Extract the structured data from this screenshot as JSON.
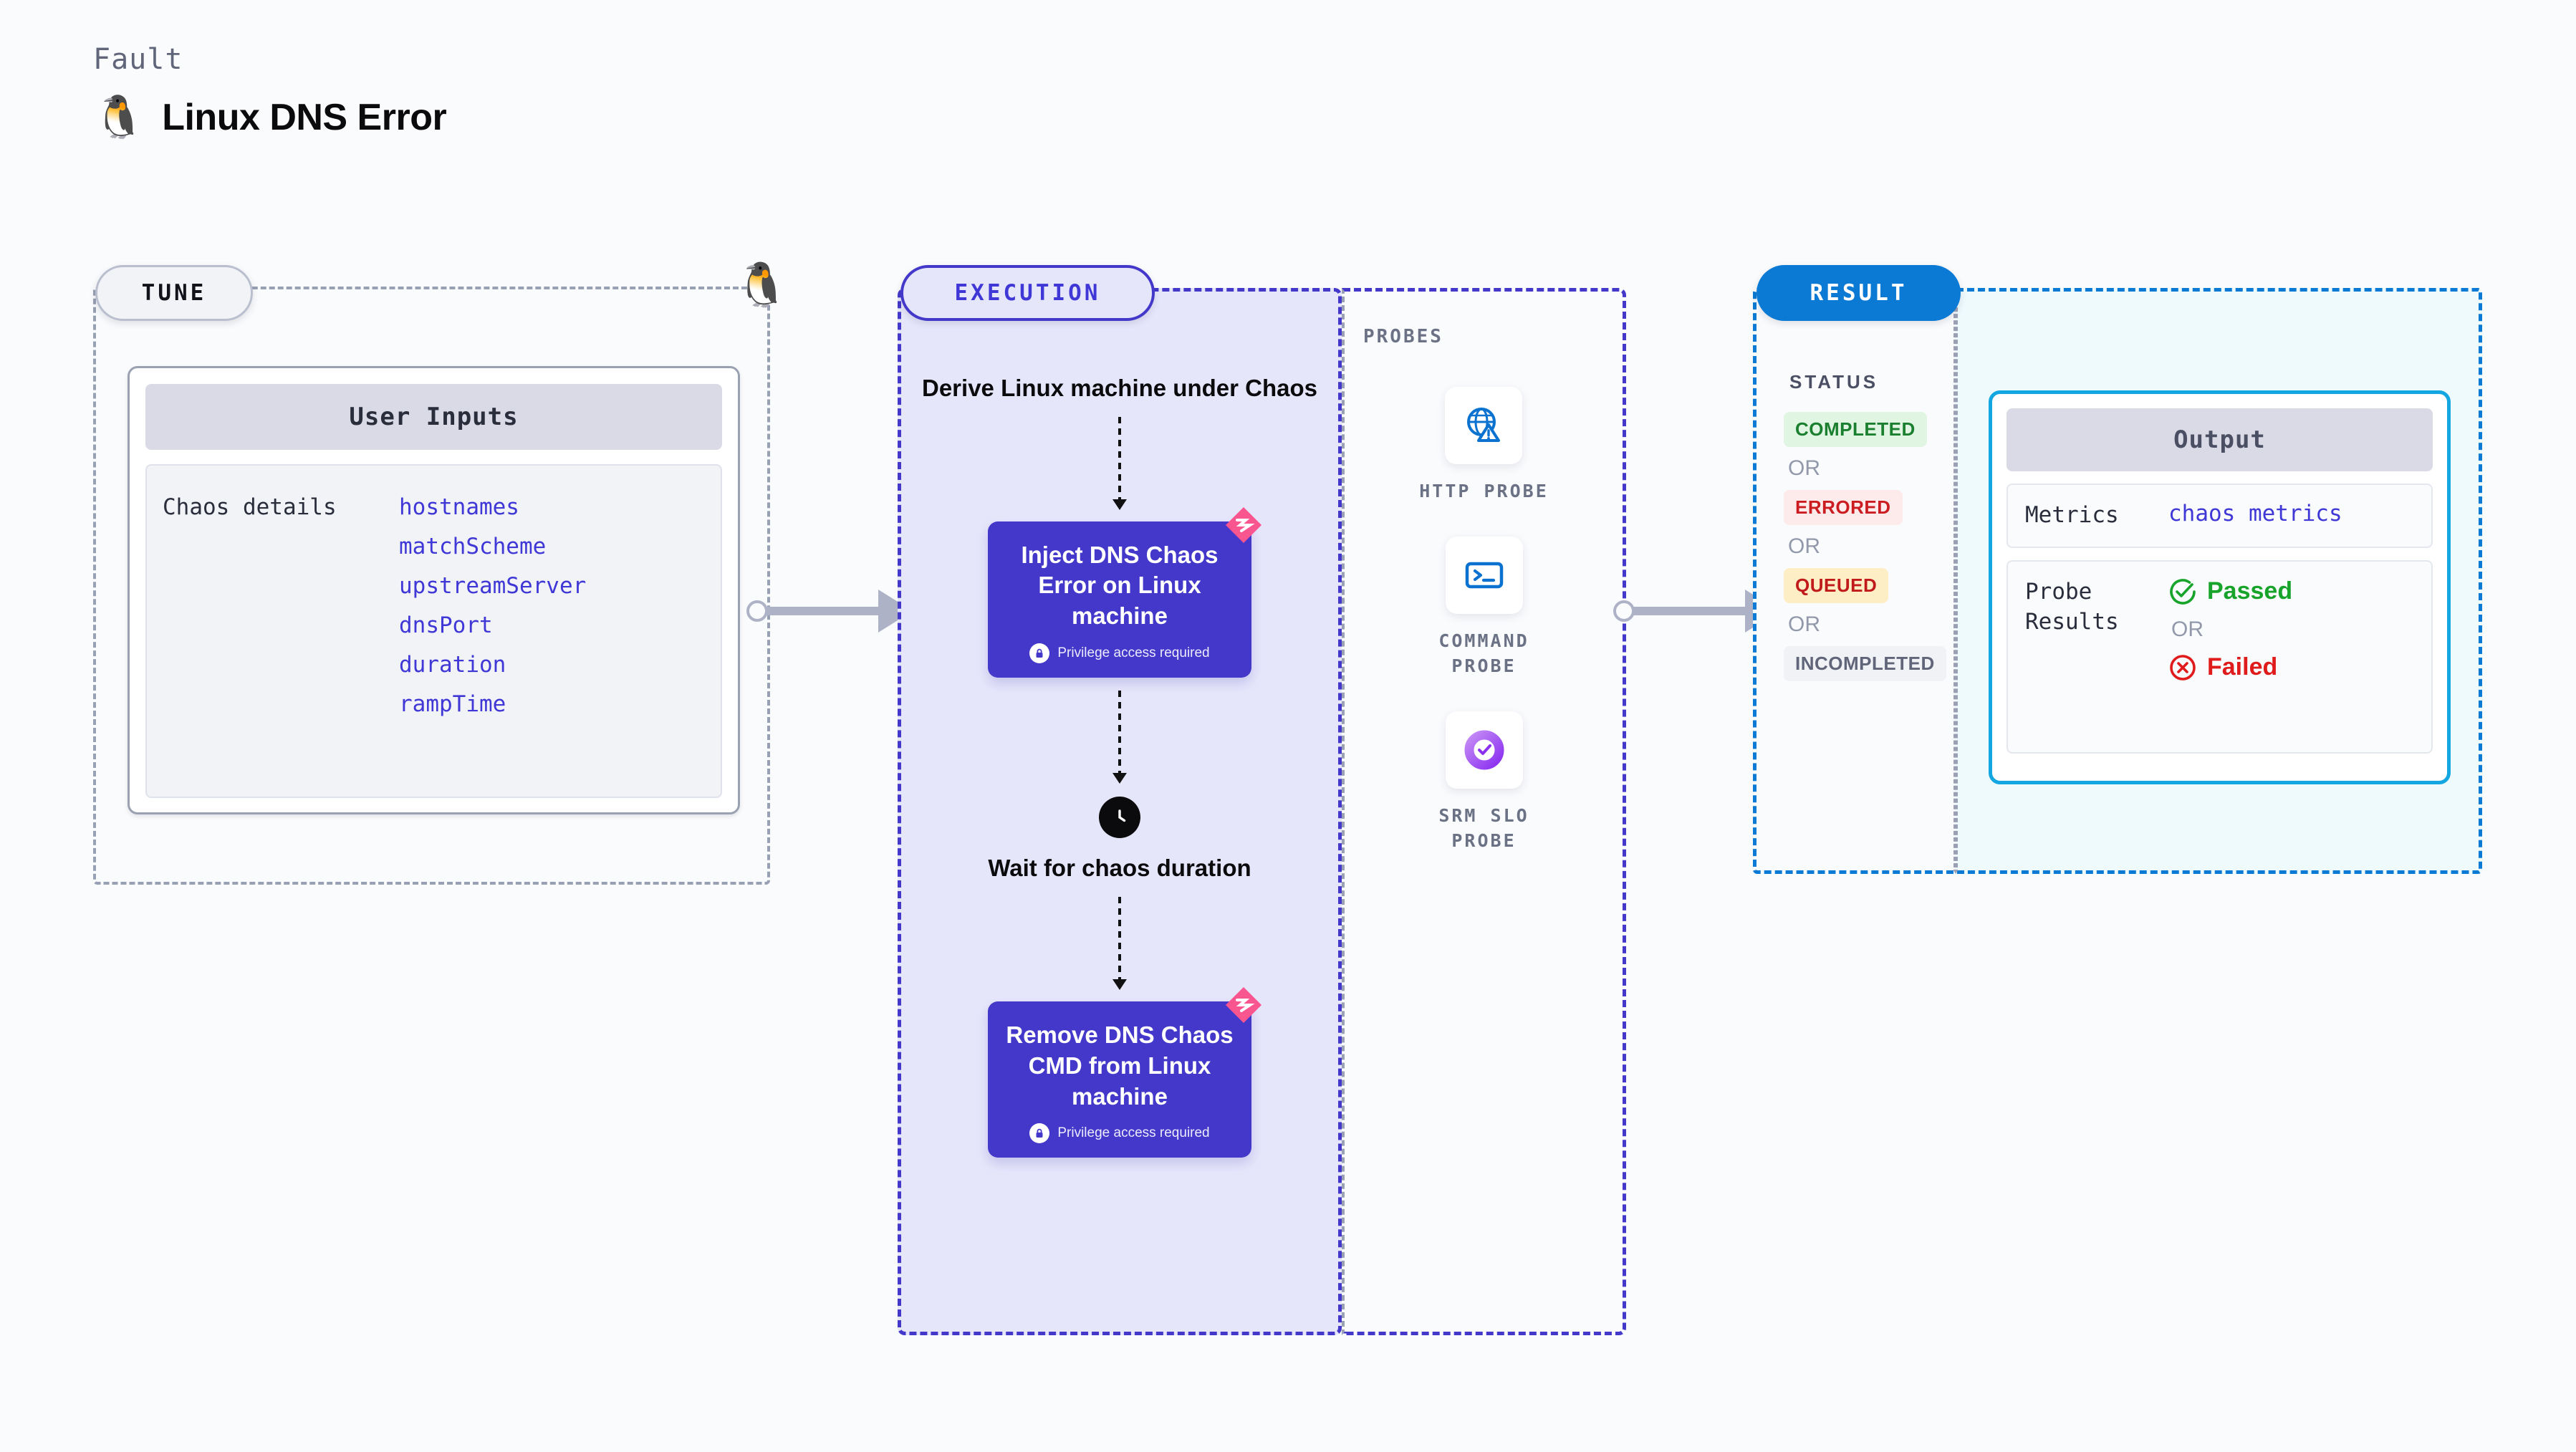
{
  "header": {
    "kicker": "Fault",
    "title": "Linux DNS Error",
    "icon": "linux-penguin-icon"
  },
  "tune": {
    "pill_label": "TUNE",
    "decoration_icon": "linux-penguin-icon",
    "card_title": "User Inputs",
    "details_label": "Chaos details",
    "params": [
      "hostnames",
      "matchScheme",
      "upstreamServer",
      "dnsPort",
      "duration",
      "rampTime"
    ]
  },
  "execution": {
    "pill_label": "EXECUTION",
    "derive_step": "Derive Linux machine under Chaos",
    "inject_node": {
      "title": "Inject DNS Chaos Error on Linux machine",
      "privilege_note": "Privilege access required",
      "badge_icon": "harness-logo-icon",
      "lock_icon": "lock-icon"
    },
    "wait_step": {
      "icon": "clock-icon",
      "label": "Wait for chaos duration"
    },
    "remove_node": {
      "title": "Remove DNS Chaos CMD from Linux machine",
      "privilege_note": "Privilege access required",
      "badge_icon": "harness-logo-icon",
      "lock_icon": "lock-icon"
    }
  },
  "probes": {
    "label": "PROBES",
    "items": [
      {
        "label": "HTTP PROBE",
        "icon": "globe-warning-icon"
      },
      {
        "label": "COMMAND PROBE",
        "icon": "terminal-icon"
      },
      {
        "label": "SRM SLO PROBE",
        "icon": "slo-donut-check-icon"
      }
    ]
  },
  "result": {
    "pill_label": "RESULT",
    "status_label": "STATUS",
    "or_label": "OR",
    "statuses": [
      {
        "text": "COMPLETED",
        "color": "#1a7f2e",
        "bg": "#e1f5e3"
      },
      {
        "text": "ERRORED",
        "color": "#cb1d21",
        "bg": "#fdeaea"
      },
      {
        "text": "QUEUED",
        "color": "#c11a1a",
        "bg": "#fdeec5"
      },
      {
        "text": "INCOMPLETED",
        "color": "#60657a",
        "bg": "#f1f2f6"
      }
    ]
  },
  "output": {
    "card_title": "Output",
    "metrics_key": "Metrics",
    "metrics_value": "chaos metrics",
    "probe_results_key": "Probe Results",
    "or_label": "OR",
    "passed": {
      "text": "Passed",
      "color": "#18a32b",
      "icon": "check-circle-icon"
    },
    "failed": {
      "text": "Failed",
      "color": "#e01b1b",
      "icon": "x-circle-icon"
    }
  },
  "colors": {
    "accent_indigo": "#4338ca",
    "accent_blue": "#0b7ad4",
    "accent_cyan": "#14a6e0",
    "accent_pink": "#f9558f"
  }
}
